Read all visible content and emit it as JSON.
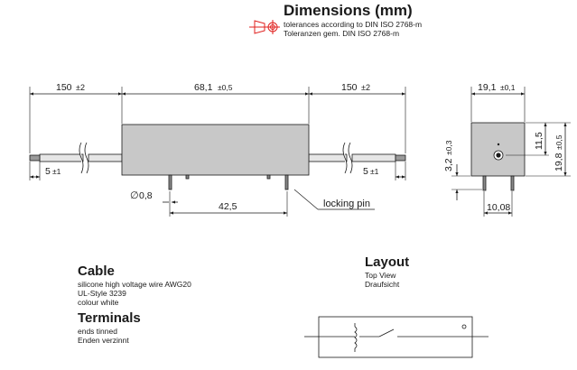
{
  "header": {
    "title": "Dimensions (mm)",
    "tolerance_en": "tolerances according to DIN ISO 2768-m",
    "tolerance_de": "Toleranzen gem. DIN ISO 2768-m"
  },
  "side_view": {
    "lead_left": "150",
    "lead_left_tol": "±2",
    "body_length": "68,1",
    "body_length_tol": "±0,5",
    "lead_right": "150",
    "lead_right_tol": "±2",
    "strip_left": "5",
    "strip_left_tol": "±1",
    "strip_right": "5",
    "strip_right_tol": "±1",
    "pin_diameter_symbol": "∅",
    "pin_diameter": "0,8",
    "pin_spacing": "42,5",
    "locking_pin_label": "locking pin"
  },
  "end_view": {
    "width": "19,1",
    "width_tol": "±0,1",
    "height_inner": "11,5",
    "height_total": "19,8",
    "height_total_tol": "±0,5",
    "pin_offset": "3,2",
    "pin_offset_tol": "±0,3",
    "pin_spacing": "10,08"
  },
  "cable": {
    "title": "Cable",
    "line1": "silicone high voltage wire AWG20",
    "line2": "UL-Style 3239",
    "line3": "colour white"
  },
  "terminals": {
    "title": "Terminals",
    "line1": "ends tinned",
    "line2": "Enden verzinnt"
  },
  "layout": {
    "title": "Layout",
    "line1": "Top View",
    "line2": "Draufsicht"
  },
  "colors": {
    "body_fill": "#c8c8c8",
    "tolerance_symbol": "#e0201e",
    "line": "#1a1a1a"
  },
  "icons": [
    "tolerance-symbol-icon"
  ]
}
